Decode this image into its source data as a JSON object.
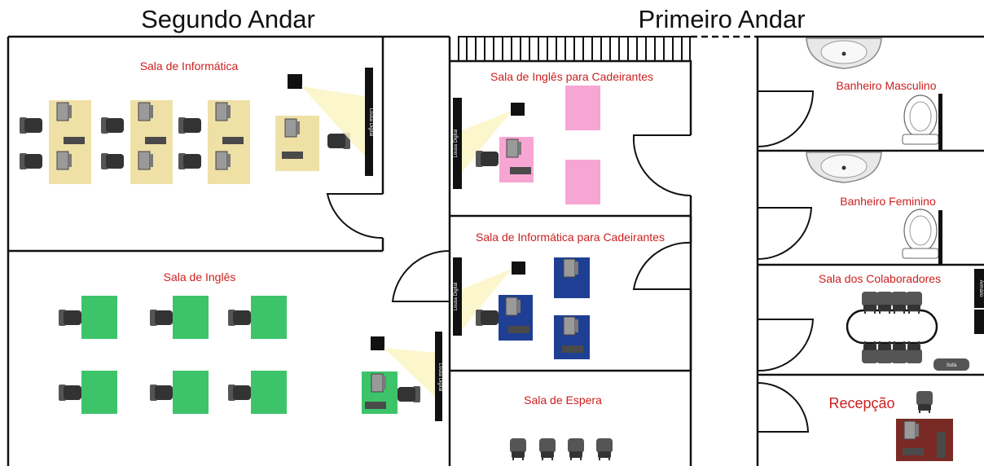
{
  "titles": {
    "second_floor": "Segundo Andar",
    "first_floor": "Primeiro Andar"
  },
  "rooms": {
    "informatica": "Sala de Informática",
    "ingles": "Sala de Inglês",
    "ingles_cadeirantes": "Sala de Inglês para Cadeirantes",
    "informatica_cadeirantes": "Sala de Informática para Cadeirantes",
    "espera": "Sala de Espera",
    "banheiro_masculino": "Banheiro Masculino",
    "banheiro_feminino": "Banheiro Feminino",
    "colaboradores": "Sala dos Colaboradores",
    "recepcao": "Recepção"
  },
  "labels": {
    "lousa_digital": "Lousa Digital",
    "armario": "Armário",
    "sofa": "Sofá"
  },
  "colors": {
    "label_red": "#cc1f1f",
    "desk_yellow": "#efe0a6",
    "desk_green": "#3dc46a",
    "desk_pink": "#f7a6d4",
    "desk_blue": "#1f3f94",
    "desk_brown": "#7a2a25",
    "wall": "#111111",
    "chair": "#3a3a3a"
  }
}
